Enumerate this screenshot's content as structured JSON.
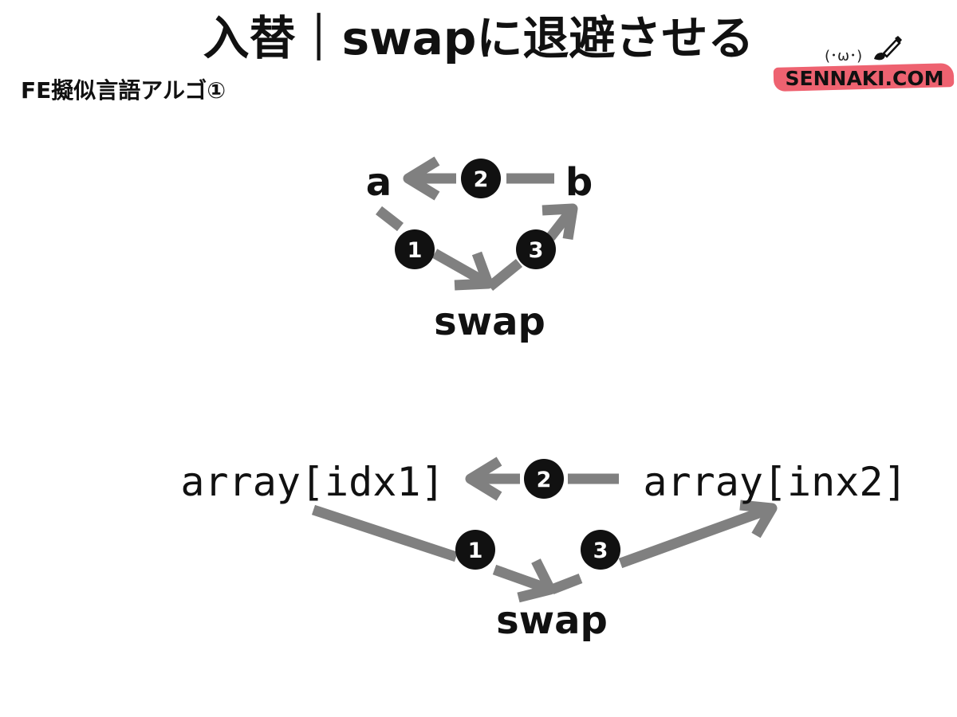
{
  "header": {
    "title": "入替｜swapに退避させる",
    "subtitle": "FE擬似言語アルゴ①"
  },
  "logo": {
    "text": "SENNAKI.COM",
    "face": "(･ω･)",
    "accent_color": "#ee6270"
  },
  "colors": {
    "arrow": "#808080",
    "badge": "#111111",
    "text": "#111111"
  },
  "diagram_simple": {
    "nodes": {
      "a": "a",
      "b": "b",
      "swap": "swap"
    },
    "steps": [
      "1",
      "2",
      "3"
    ]
  },
  "diagram_array": {
    "nodes": {
      "left": "array[idx1]",
      "right": "array[inx2]",
      "swap": "swap"
    },
    "steps": [
      "1",
      "2",
      "3"
    ]
  }
}
